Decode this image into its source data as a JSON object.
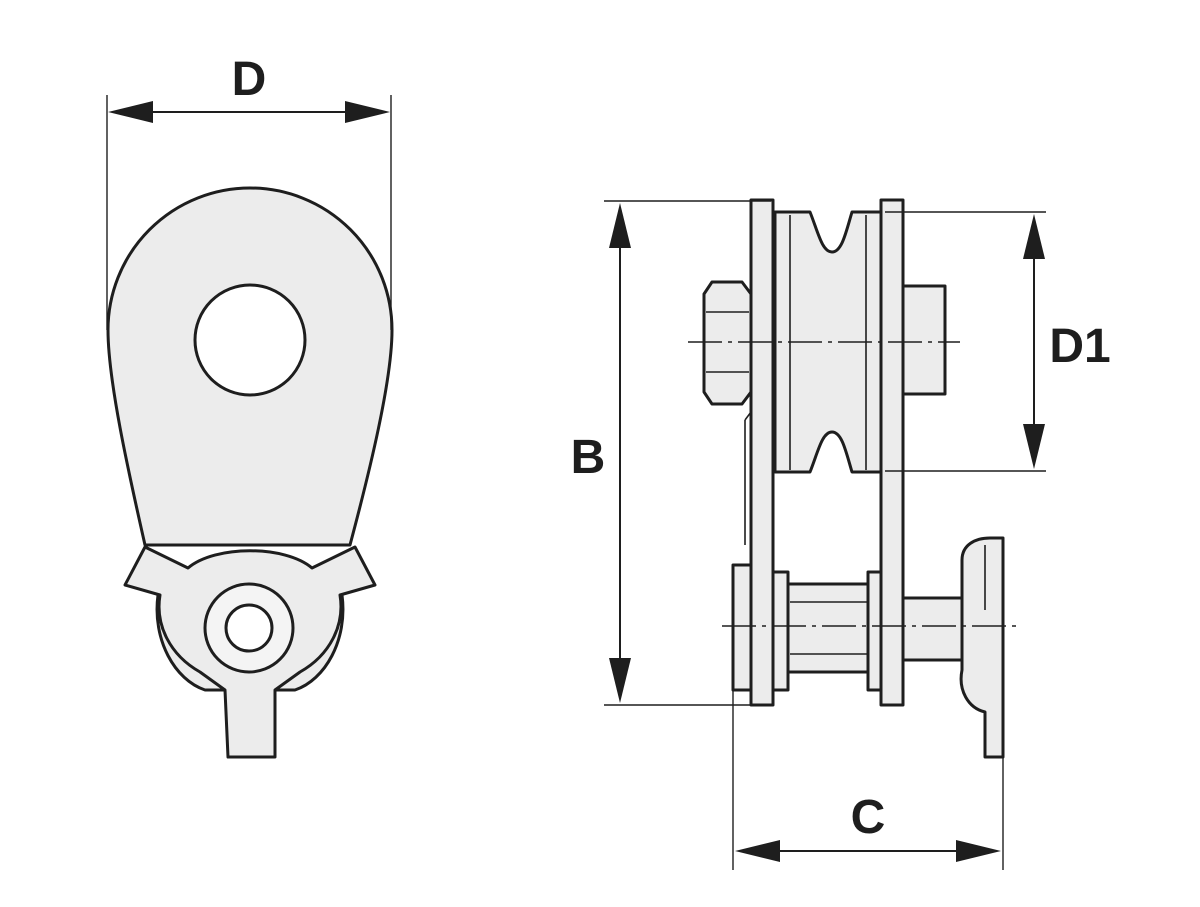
{
  "dimensions": {
    "D": "D",
    "D1": "D1",
    "B": "B",
    "C": "C"
  },
  "colors": {
    "line": "#1e1e1e",
    "part_fill": "#ececec",
    "background": "#ffffff"
  }
}
